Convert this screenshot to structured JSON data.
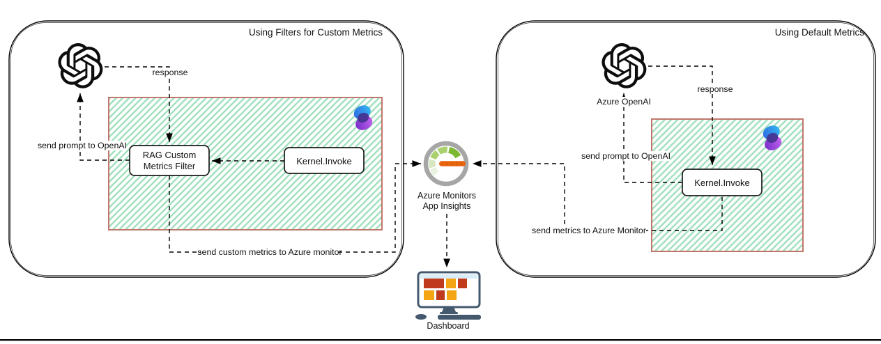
{
  "left_panel": {
    "title": "Using Filters for Custom Metrics",
    "nodes": {
      "rag_line1": "RAG Custom",
      "rag_line2": "Metrics Filter",
      "kernel": "Kernel.Invoke"
    },
    "edges": {
      "response": "response",
      "send_prompt": "send prompt to OpenAI",
      "send_metrics": "send custom metrics to Azure monitor"
    }
  },
  "right_panel": {
    "title": "Using Default Metrics",
    "openai_label": "Azure OpenAI",
    "nodes": {
      "kernel": "Kernel.Invoke"
    },
    "edges": {
      "response": "response",
      "send_prompt": "send prompt to OpenAI",
      "send_metrics": "send metrics to Azure Monitor"
    }
  },
  "middle": {
    "monitor_line1": "Azure Monitors",
    "monitor_line2": "App Insights",
    "dashboard": "Dashboard"
  },
  "icons": {
    "openai": "openai-logo",
    "semantic_kernel": "semantic-kernel-logo",
    "azure_monitor": "gauge-icon",
    "dashboard": "monitor-dashboard-icon"
  },
  "colors": {
    "hatch_green": "#9fdfbc",
    "hatch_border": "#c1766b",
    "needle_orange": "#e8650d",
    "gauge_ring_gray": "#a6a6a6",
    "gauge_green_dark": "#7db832",
    "gauge_green_mid": "#abd16e",
    "gauge_green_pale": "#d6e7c2",
    "dashboard_red": "#c03a1d",
    "dashboard_amber": "#f3a513",
    "dashboard_frame": "#44596e",
    "dashboard_screen_band": "#d9ecf7",
    "sk_blue": "#2f6fe4",
    "sk_purple": "#9b4ee0"
  }
}
